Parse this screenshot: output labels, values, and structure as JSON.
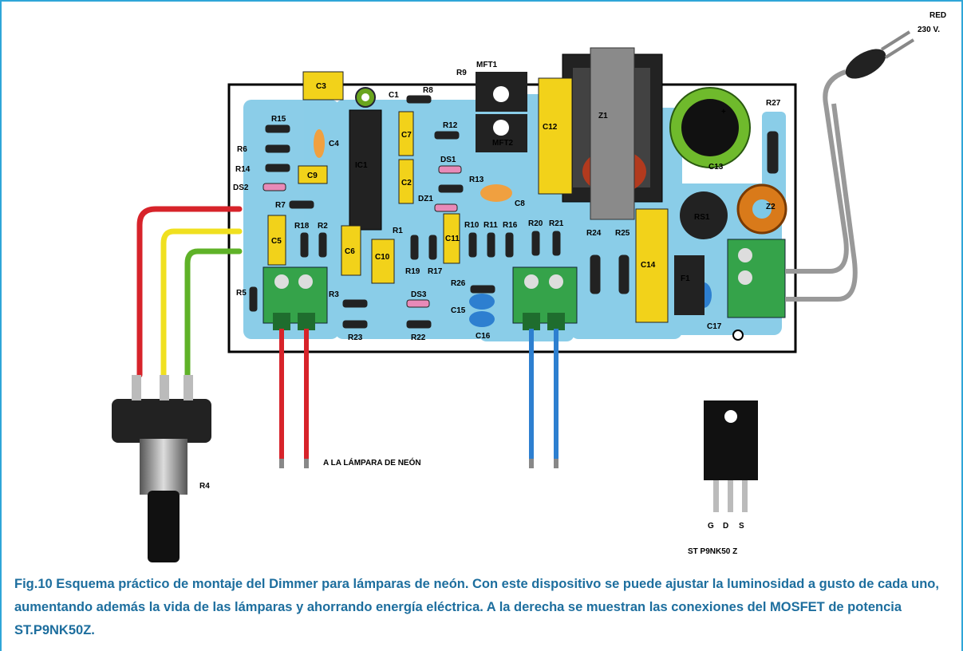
{
  "mains_label_line1": "RED",
  "mains_label_line2": "230 V.",
  "lamp_label": "A LA LÁMPARA DE NEÓN",
  "pot_label": "R4",
  "transistor_pins": [
    "G",
    "D",
    "S"
  ],
  "transistor_name": "ST P9NK50 Z",
  "caption": "Fig.10 Esquema práctico de montaje del Dimmer para lámparas de neón. Con este dispositivo se puede ajustar la luminosidad a gusto de cada uno, aumentando además la vida de las lámparas y ahorrando energía eléctrica. A la derecha se muestran las conexiones del MOSFET de potencia ST.P9NK50Z.",
  "components": {
    "ic1": "IC1",
    "c1": "C1",
    "c2": "C2",
    "c3": "C3",
    "c4": "C4",
    "c5": "C5",
    "c6": "C6",
    "c7": "C7",
    "c8": "C8",
    "c9": "C9",
    "c10": "C10",
    "c11": "C11",
    "c12": "C12",
    "c13": "C13",
    "c14": "C14",
    "c15": "C15",
    "c16": "C16",
    "c17": "C17",
    "r1": "R1",
    "r2": "R2",
    "r3": "R3",
    "r5": "R5",
    "r6": "R6",
    "r7": "R7",
    "r8": "R8",
    "r9": "R9",
    "r10": "R10",
    "r11": "R11",
    "r12": "R12",
    "r13": "R13",
    "r14": "R14",
    "r15": "R15",
    "r16": "R16",
    "r17": "R17",
    "r18": "R18",
    "r19": "R19",
    "r20": "R20",
    "r21": "R21",
    "r22": "R22",
    "r23": "R23",
    "r24": "R24",
    "r25": "R25",
    "r26": "R26",
    "r27": "R27",
    "ds1": "DS1",
    "ds2": "DS2",
    "ds3": "DS3",
    "dz1": "DZ1",
    "mft1": "MFT1",
    "mft2": "MFT2",
    "z1": "Z1",
    "z2": "Z2",
    "rs1": "RS1",
    "f1": "F1"
  },
  "colors": {
    "border": "#2fa6d8",
    "board": "#ffffff",
    "traces": "#7ec8e6",
    "capacitor_yellow": "#f2d21a",
    "terminal_green": "#35a34a",
    "caption_text": "#1d6e9e"
  }
}
